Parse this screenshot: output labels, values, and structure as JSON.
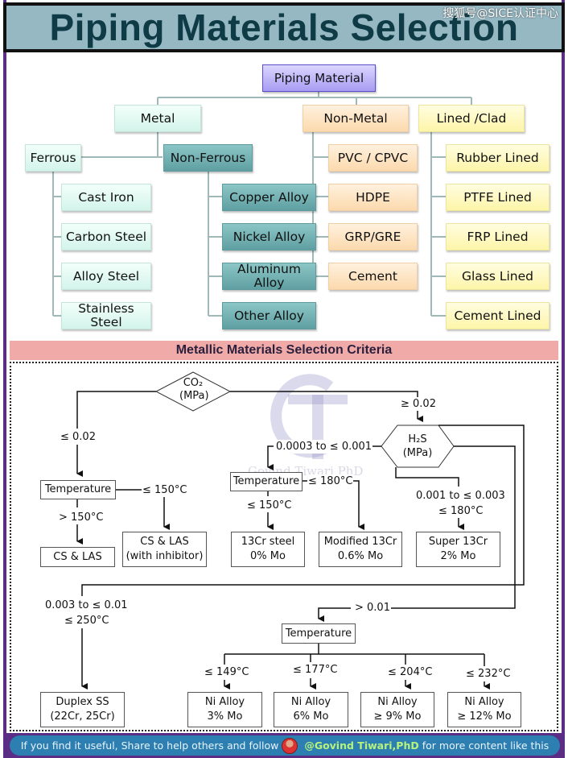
{
  "title": "Piping Materials Selection",
  "watermark": "搜狐号@SICE认证中心",
  "tree": {
    "root": "Piping Material",
    "metal": "Metal",
    "ferrous": "Ferrous",
    "non_ferrous": "Non-Ferrous",
    "ferrous_items": [
      "Cast Iron",
      "Carbon Steel",
      "Alloy Steel",
      "Stainless Steel"
    ],
    "non_ferrous_items": [
      "Copper Alloy",
      "Nickel Alloy",
      "Aluminum Alloy",
      "Other Alloy"
    ],
    "non_metal": "Non-Metal",
    "non_metal_items": [
      "PVC / CPVC",
      "HDPE",
      "GRP/GRE",
      "Cement"
    ],
    "lined": "Lined /Clad",
    "lined_items": [
      "Rubber Lined",
      "PTFE Lined",
      "FRP Lined",
      "Glass Lined",
      "Cement Lined"
    ]
  },
  "criteria": {
    "heading": "Metallic Materials Selection Criteria",
    "co2_node": [
      "CO₂",
      "(MPa)"
    ],
    "h2s_node": [
      "H₂S",
      "(MPa)"
    ],
    "labels": {
      "co2_low": "≤ 0.02",
      "co2_high": "≥ 0.02",
      "temp_gt150": "> 150°C",
      "temp_le150_a": "≤ 150°C",
      "h2s_range1": "0.0003 to ≤ 0.001",
      "temp_le180_a": "≤ 180°C",
      "temp_le150_b": "≤ 150°C",
      "h2s_range2": "0.001 to ≤ 0.003",
      "temp_le180_b": "≤ 180°C",
      "h2s_range3": "0.003 to ≤ 0.01",
      "temp_le250": "≤ 250°C",
      "h2s_high": "> 0.01",
      "temp_le149": "≤ 149°C",
      "temp_le177": "≤ 177°C",
      "temp_le204": "≤ 204°C",
      "temp_le232": "≤ 232°C"
    },
    "temperature": "Temperature",
    "results": {
      "cs_las": [
        "CS & LAS"
      ],
      "cs_las_inhib": [
        "CS & LAS",
        "(with inhibitor)"
      ],
      "cr13": [
        "13Cr steel",
        "0% Mo"
      ],
      "mod13cr": [
        "Modified 13Cr",
        "0.6% Mo"
      ],
      "super13cr": [
        "Super 13Cr",
        "2% Mo"
      ],
      "duplex": [
        "Duplex SS",
        "(22Cr, 25Cr)"
      ],
      "ni3": [
        "Ni Alloy",
        "3% Mo"
      ],
      "ni6": [
        "Ni Alloy",
        "6% Mo"
      ],
      "ni9": [
        "Ni Alloy",
        "≥ 9% Mo"
      ],
      "ni12": [
        "Ni Alloy",
        "≥ 12% Mo"
      ]
    },
    "logo_name": "Govind Tiwari PhD"
  },
  "footer": {
    "text_before": "If you find it useful, Share to help others and follow",
    "handle": "@Govind Tiwari,PhD",
    "text_after": "for more content like this"
  }
}
